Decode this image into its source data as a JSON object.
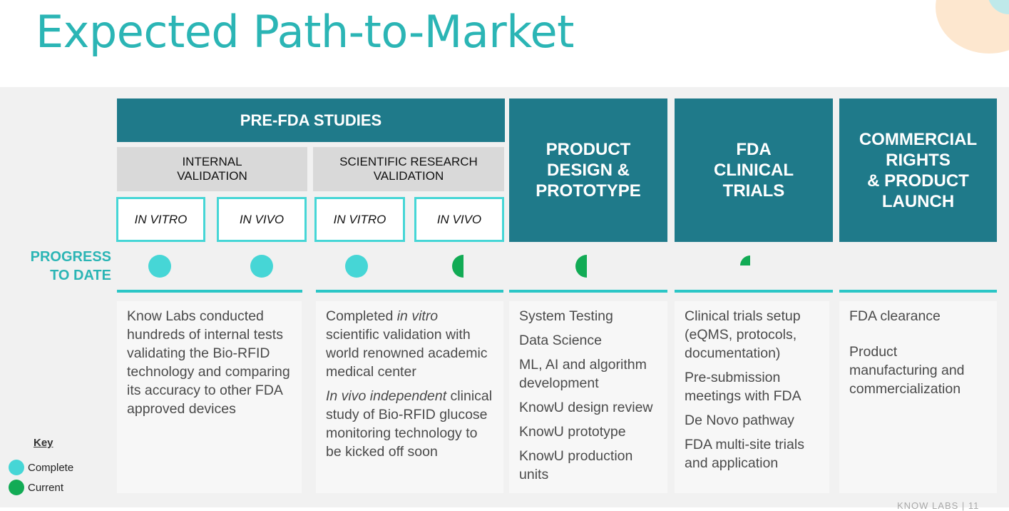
{
  "title": "Expected Path-to-Market",
  "columns": {
    "pre_fda": "PRE-FDA STUDIES",
    "internal_validation": "INTERNAL\nVALIDATION",
    "scientific_validation": "SCIENTIFIC RESEARCH\nVALIDATION",
    "in_vitro": "IN VITRO",
    "in_vivo": "IN VIVO",
    "product_design": "PRODUCT\nDESIGN &\nPROTOTYPE",
    "fda_trials": "FDA\nCLINICAL\nTRIALS",
    "commercial": "COMMERCIAL\nRIGHTS\n& PRODUCT\nLAUNCH"
  },
  "progress_label": "PROGRESS\nTO DATE",
  "progress": [
    {
      "stage": "internal-in-vitro",
      "status": "complete",
      "fraction": 1.0
    },
    {
      "stage": "internal-in-vivo",
      "status": "complete",
      "fraction": 1.0
    },
    {
      "stage": "scientific-in-vitro",
      "status": "complete",
      "fraction": 1.0
    },
    {
      "stage": "scientific-in-vivo",
      "status": "current",
      "fraction": 0.5
    },
    {
      "stage": "product-design",
      "status": "current",
      "fraction": 0.5
    },
    {
      "stage": "fda-trials",
      "status": "current",
      "fraction": 0.25
    }
  ],
  "descriptions": {
    "internal": "Know Labs conducted hundreds of internal tests validating the Bio-RFID technology and comparing its accuracy to other FDA approved devices",
    "scientific_1_prefix": "Completed ",
    "scientific_1_italic": "in vitro",
    "scientific_1_suffix": " scientific validation with world renowned academic medical center",
    "scientific_2_italic": "In vivo independent",
    "scientific_2_suffix": " clinical study of Bio-RFID glucose monitoring technology to be kicked off soon",
    "product": [
      "System Testing",
      "Data Science",
      "ML, AI and algorithm development",
      "KnowU design review",
      "KnowU prototype",
      "KnowU production units"
    ],
    "fda": [
      "Clinical trials setup (eQMS, protocols, documentation)",
      "Pre-submission meetings with FDA",
      "De Novo pathway",
      "FDA multi-site trials and application"
    ],
    "commercial": [
      "FDA clearance",
      "Product manufacturing and commercialization"
    ]
  },
  "key": {
    "title": "Key",
    "complete": "Complete",
    "current": "Current"
  },
  "footer": "KNOW LABS  |  11",
  "colors": {
    "title": "#2bb5b5",
    "header_dark": "#1f7a8a",
    "complete": "#46d6d6",
    "current": "#12ab55"
  }
}
